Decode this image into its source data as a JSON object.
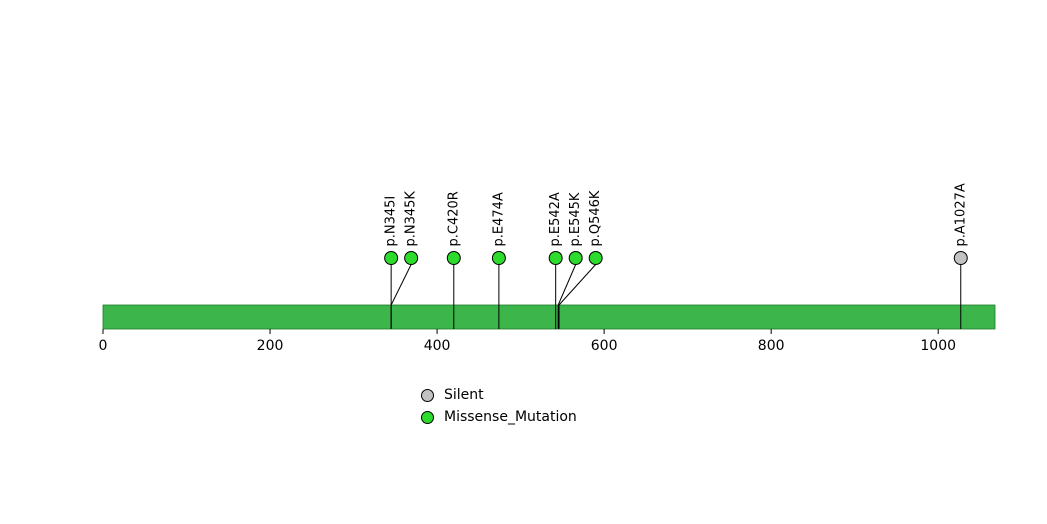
{
  "chart_data": {
    "type": "lollipop",
    "title": "",
    "xlabel": "",
    "ylabel": "",
    "protein_length": 1068,
    "axis_ticks": [
      0,
      200,
      400,
      600,
      800,
      1000
    ],
    "xlim": [
      0,
      1068
    ],
    "grid": false,
    "legend_position": "bottom-center",
    "mutations": [
      {
        "label": "p.N345I",
        "position": 345,
        "type": "Missense_Mutation"
      },
      {
        "label": "p.N345K",
        "position": 345,
        "type": "Missense_Mutation"
      },
      {
        "label": "p.C420R",
        "position": 420,
        "type": "Missense_Mutation"
      },
      {
        "label": "p.E474A",
        "position": 474,
        "type": "Missense_Mutation"
      },
      {
        "label": "p.E542A",
        "position": 542,
        "type": "Missense_Mutation"
      },
      {
        "label": "p.E545K",
        "position": 545,
        "type": "Missense_Mutation"
      },
      {
        "label": "p.Q546K",
        "position": 546,
        "type": "Missense_Mutation"
      },
      {
        "label": "p.A1027A",
        "position": 1027,
        "type": "Silent"
      }
    ],
    "legend": [
      {
        "label": "Silent",
        "color": "#c2c2c2"
      },
      {
        "label": "Missense_Mutation",
        "color": "#2cdb2c"
      }
    ],
    "colors": {
      "bar": "#3cb54a",
      "bar_edge": "#1f7a2a",
      "Silent": "#c2c2c2",
      "Missense_Mutation": "#2cdb2c",
      "stem": "#000000",
      "text": "#000000"
    }
  }
}
